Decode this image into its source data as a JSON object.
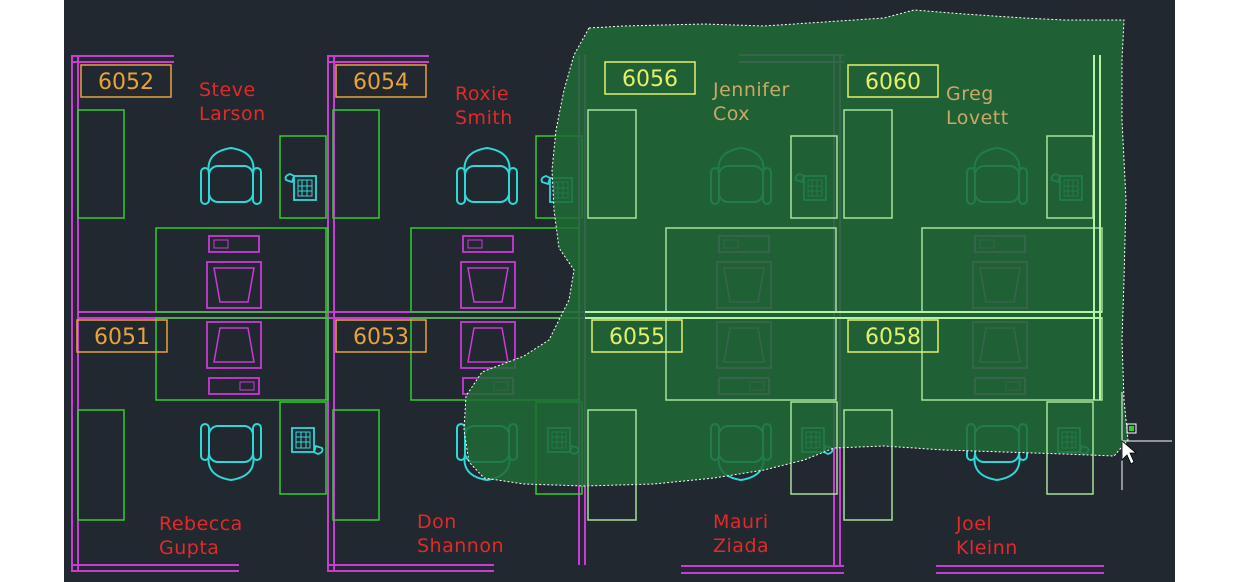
{
  "colors": {
    "background": "#212830",
    "wall": "#c93ad6",
    "partition": "#33cc33",
    "room_tag": "#e8a33a",
    "name_text": "#e12a2a",
    "chair": "#2fd8d8",
    "computer": "#c93ad6",
    "phone": "#2fd8d8",
    "selection_fill": "#1e6b35",
    "selection_border": "#ffffff"
  },
  "cubicles": [
    {
      "room": "6052",
      "first_name": "Steve",
      "last_name": "Larson"
    },
    {
      "room": "6054",
      "first_name": "Roxie",
      "last_name": "Smith"
    },
    {
      "room": "6056",
      "first_name": "Jennifer",
      "last_name": "Cox"
    },
    {
      "room": "6060",
      "first_name": "Greg",
      "last_name": "Lovett"
    },
    {
      "room": "6051",
      "first_name": "Rebecca",
      "last_name": "Gupta"
    },
    {
      "room": "6053",
      "first_name": "Don",
      "last_name": "Shannon"
    },
    {
      "room": "6055",
      "first_name": "Mauri",
      "last_name": "Ziada"
    },
    {
      "room": "6058",
      "first_name": "Joel",
      "last_name": "Kleinn"
    }
  ],
  "cursor": {
    "icon": "crosshair-cursor-icon",
    "pointer_icon": "arrow-pointer-icon"
  },
  "lasso": {
    "icon": "lasso-selection"
  }
}
